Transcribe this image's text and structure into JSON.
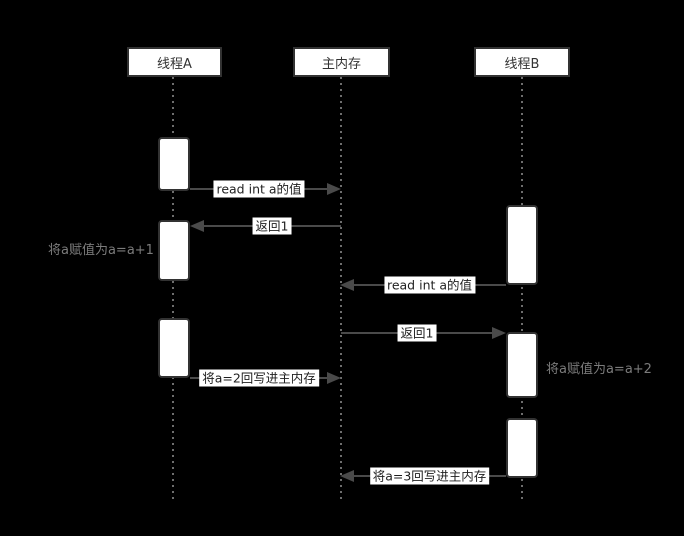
{
  "diagram": {
    "title_hint": "thread / main-memory sequence diagram",
    "colors": {
      "background": "#000000",
      "box_fill": "#ffffff",
      "box_border": "#323232",
      "arrow": "#4a4a4a",
      "lifeline": "#6e6e6e",
      "header_text": "#333333",
      "message_text": "#1f1f1f",
      "note_text": "#7b7b7b"
    },
    "participants": [
      {
        "id": "thread-a",
        "label": "线程A"
      },
      {
        "id": "main-memory",
        "label": "主内存"
      },
      {
        "id": "thread-b",
        "label": "线程B"
      }
    ],
    "messages": [
      {
        "label": "read int a的值",
        "from": "线程A",
        "to": "主内存",
        "direction": "right"
      },
      {
        "label": "返回1",
        "from": "主内存",
        "to": "线程A",
        "direction": "left"
      },
      {
        "label": "read int a的值",
        "from": "线程B",
        "to": "主内存",
        "direction": "left"
      },
      {
        "label": "返回1",
        "from": "主内存",
        "to": "线程B",
        "direction": "right"
      },
      {
        "label": "将a=2回写进主内存",
        "from": "线程A",
        "to": "主内存",
        "direction": "right"
      },
      {
        "label": "将a=3回写进主内存",
        "from": "线程B",
        "to": "主内存",
        "direction": "left"
      }
    ],
    "notes": [
      {
        "label": "将a赋值为a=a+1",
        "attached_to": "线程A",
        "side": "left"
      },
      {
        "label": "将a赋值为a=a+2",
        "attached_to": "线程B",
        "side": "right"
      }
    ]
  }
}
